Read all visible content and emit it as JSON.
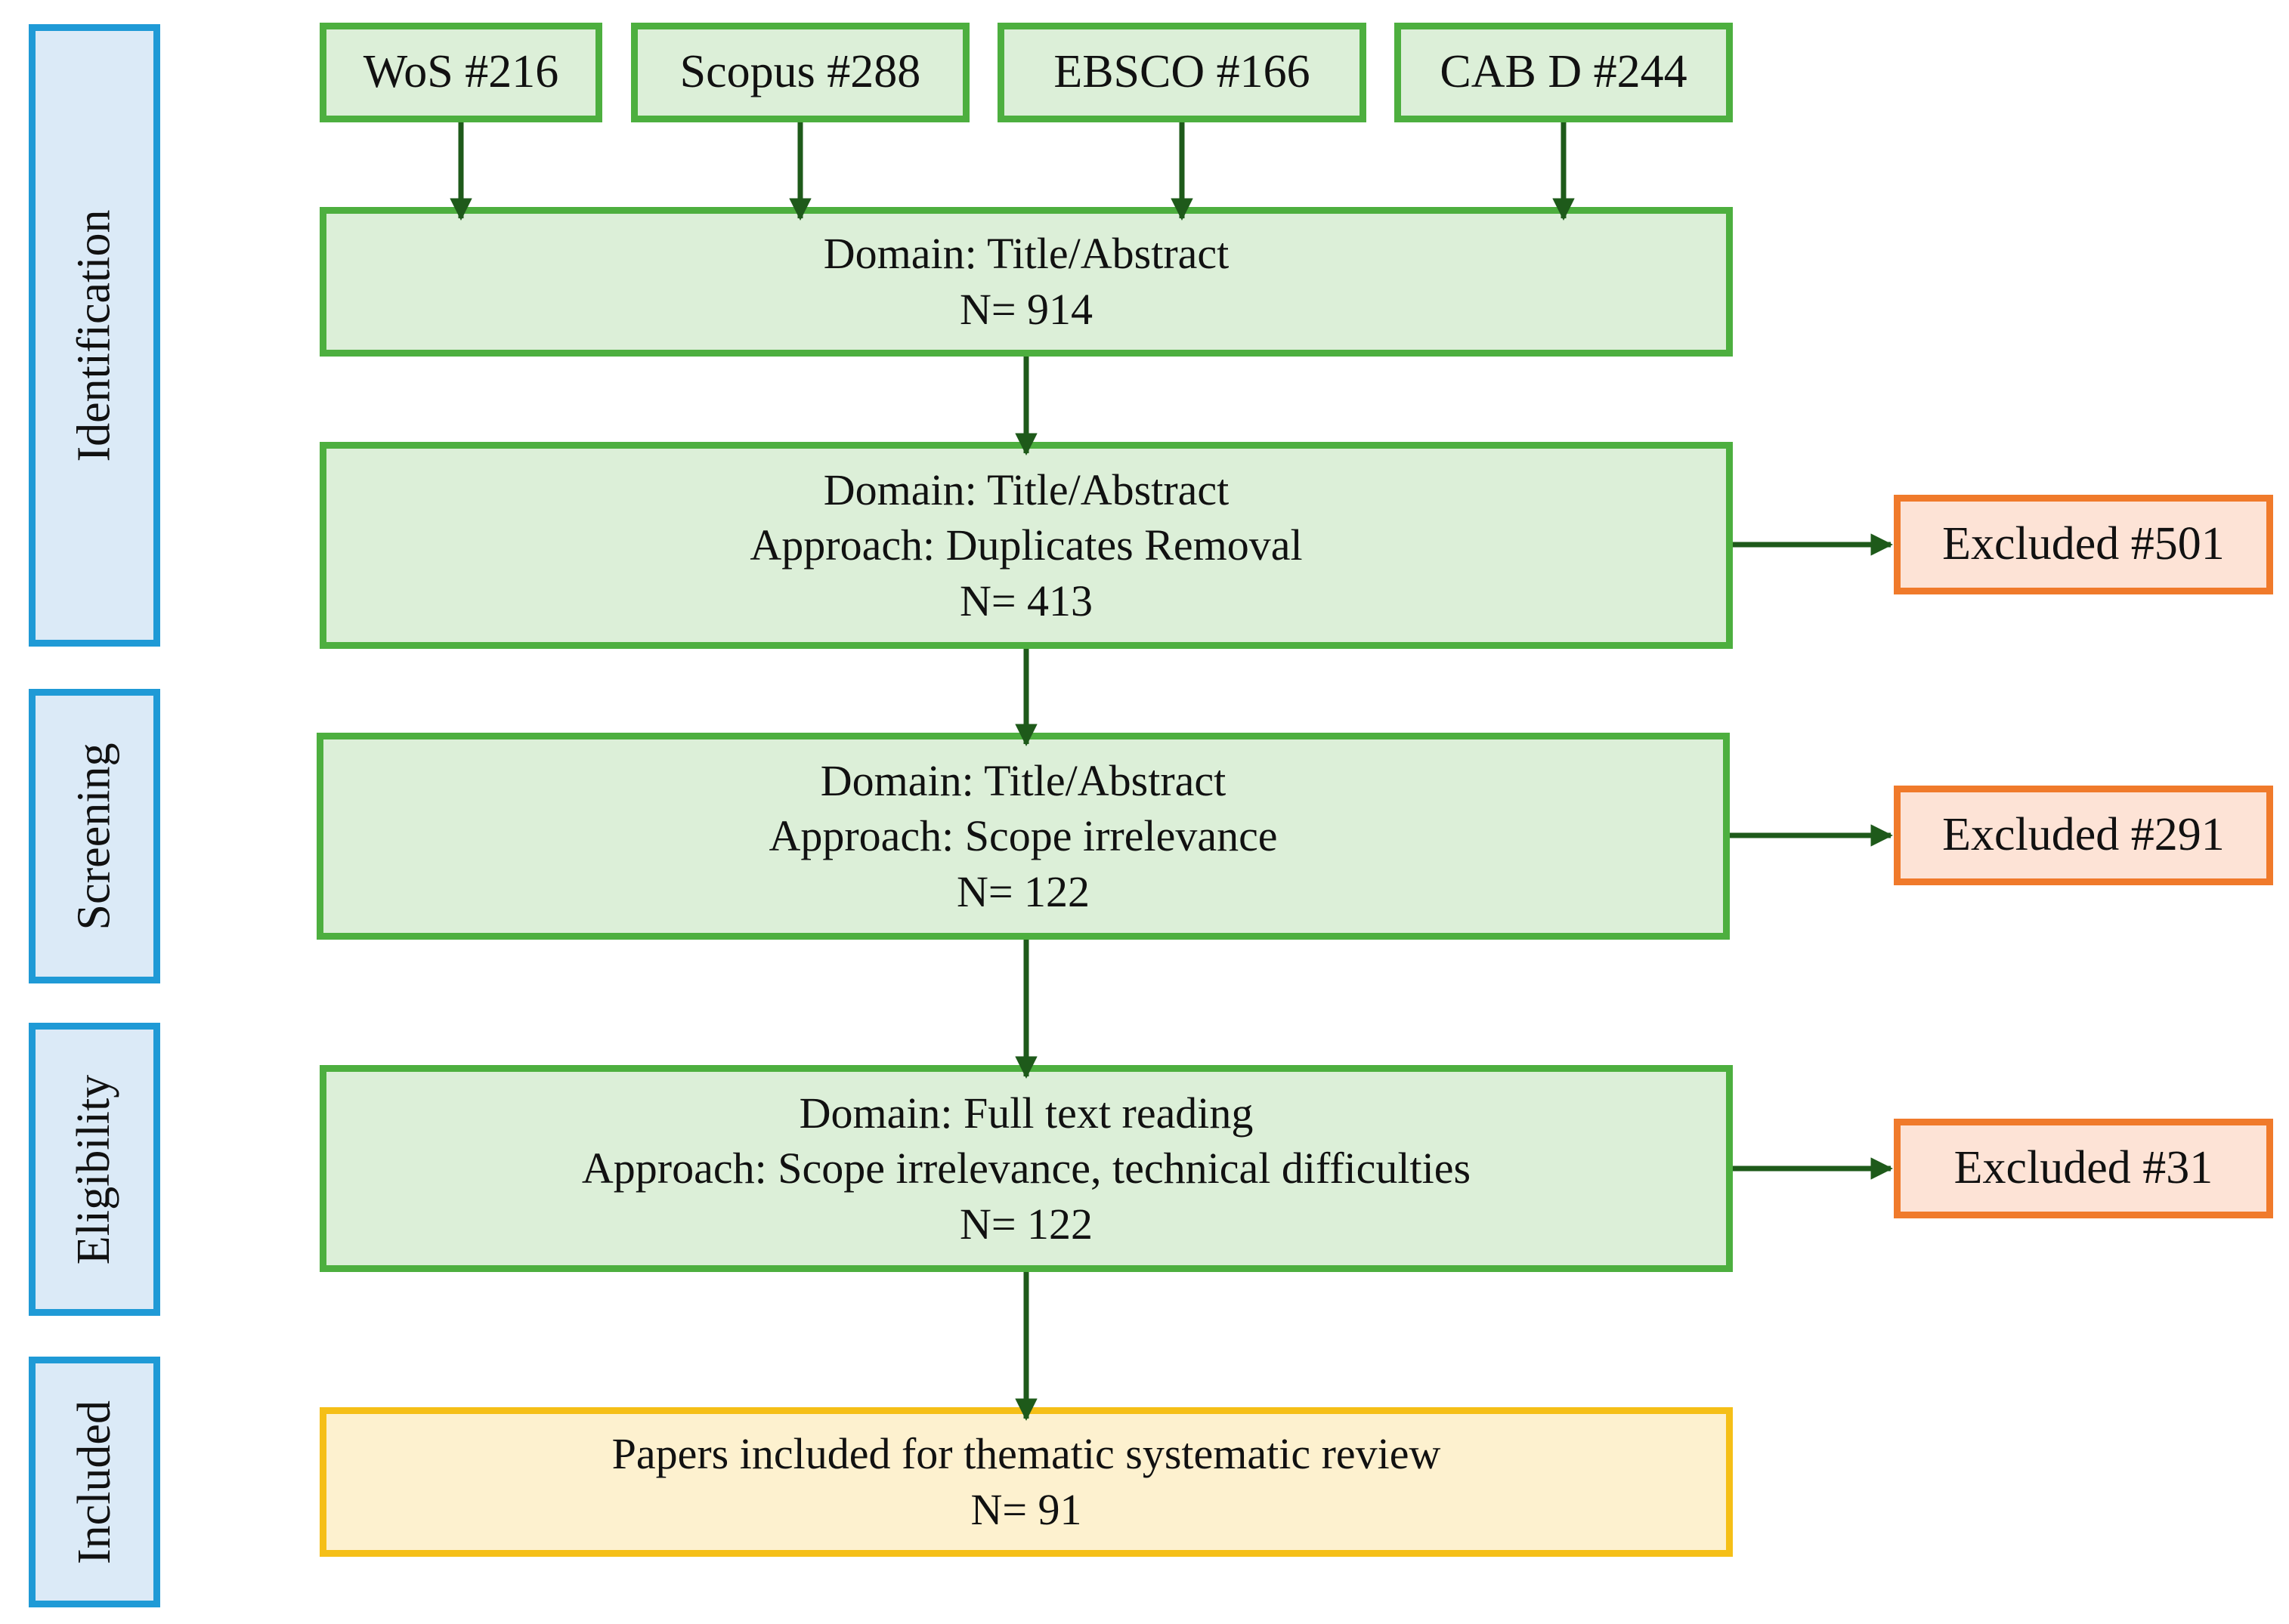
{
  "stages": [
    {
      "id": "identification",
      "label": "Identification"
    },
    {
      "id": "screening",
      "label": "Screening"
    },
    {
      "id": "eligibility",
      "label": "Eligibility"
    },
    {
      "id": "included",
      "label": "Included"
    }
  ],
  "sources": [
    {
      "id": "wos",
      "label": "WoS #216"
    },
    {
      "id": "scopus",
      "label": "Scopus #288"
    },
    {
      "id": "ebsco",
      "label": "EBSCO #166"
    },
    {
      "id": "cabd",
      "label": "CAB D #244"
    }
  ],
  "steps": [
    {
      "id": "step-1",
      "lines": [
        "Domain: Title/Abstract",
        "N= 914"
      ]
    },
    {
      "id": "step-2",
      "lines": [
        "Domain: Title/Abstract",
        "Approach: Duplicates Removal",
        "N= 413"
      ]
    },
    {
      "id": "step-3",
      "lines": [
        "Domain: Title/Abstract",
        "Approach: Scope irrelevance",
        "N= 122"
      ]
    },
    {
      "id": "step-4",
      "lines": [
        "Domain: Full text reading",
        "Approach: Scope irrelevance, technical difficulties",
        "N= 122"
      ]
    }
  ],
  "excluded": [
    {
      "id": "excluded-1",
      "label": "Excluded #501"
    },
    {
      "id": "excluded-2",
      "label": "Excluded #291"
    },
    {
      "id": "excluded-3",
      "label": "Excluded #31"
    }
  ],
  "final": {
    "lines": [
      "Papers included for thematic systematic review",
      "N= 91"
    ]
  },
  "colors": {
    "stage_fill": "#dbeaf7",
    "stage_border": "#1f9ad6",
    "process_fill": "#dcefd8",
    "process_border": "#4daf3f",
    "excluded_fill": "#fde3d6",
    "excluded_border": "#f07a2b",
    "final_fill": "#fdf1cf",
    "final_border": "#f5bf17",
    "arrow": "#1e5a1a"
  }
}
